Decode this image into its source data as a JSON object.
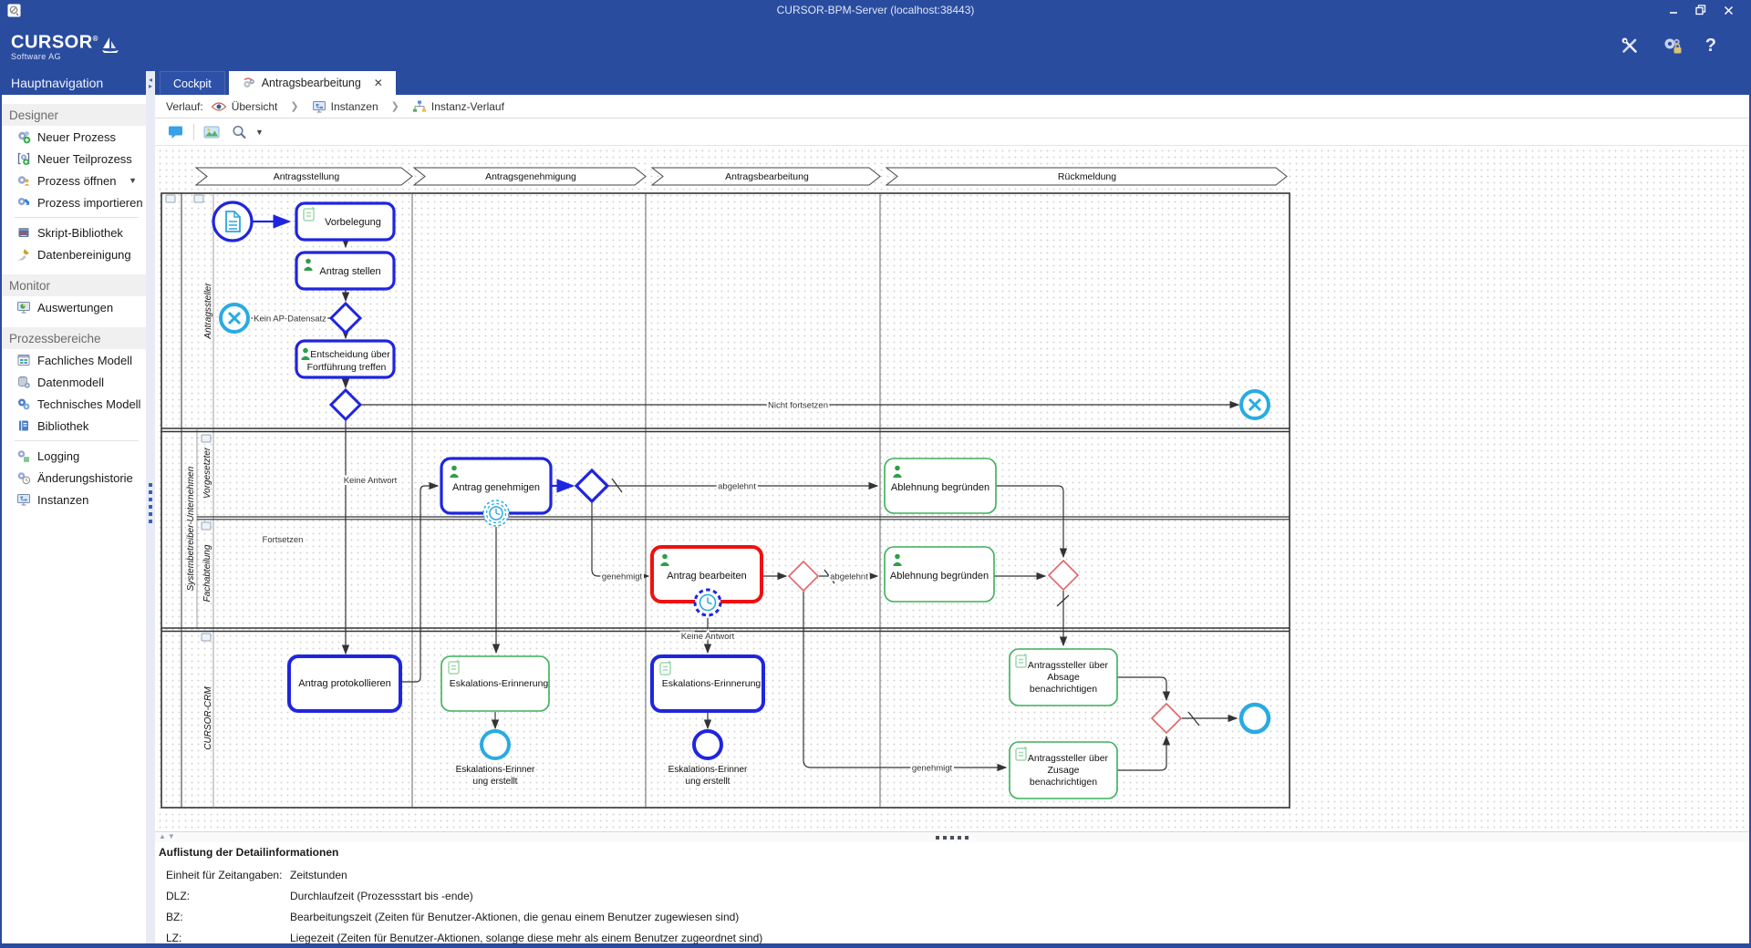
{
  "window": {
    "title": "CURSOR-BPM-Server (localhost:38443)"
  },
  "brand": {
    "name": "CURSOR",
    "reg": "®",
    "subtitle": "Software AG"
  },
  "sidebar": {
    "title": "Hauptnavigation",
    "sections": [
      {
        "label": "Designer",
        "items": [
          {
            "label": "Neuer Prozess"
          },
          {
            "label": "Neuer Teilprozess"
          },
          {
            "label": "Prozess öffnen"
          },
          {
            "label": "Prozess importieren"
          },
          {
            "label": "Skript-Bibliothek"
          },
          {
            "label": "Datenbereinigung"
          }
        ]
      },
      {
        "label": "Monitor",
        "items": [
          {
            "label": "Auswertungen"
          }
        ]
      },
      {
        "label": "Prozessbereiche",
        "items": [
          {
            "label": "Fachliches Modell"
          },
          {
            "label": "Datenmodell"
          },
          {
            "label": "Technisches Modell"
          },
          {
            "label": "Bibliothek"
          },
          {
            "label": "Logging"
          },
          {
            "label": "Änderungshistorie"
          },
          {
            "label": "Instanzen"
          }
        ]
      }
    ]
  },
  "tabs": [
    {
      "label": "Cockpit"
    },
    {
      "label": "Antragsbearbeitung"
    }
  ],
  "breadcrumb": {
    "prefix": "Verlauf:",
    "items": [
      {
        "label": "Übersicht"
      },
      {
        "label": "Instanzen"
      },
      {
        "label": "Instanz-Verlauf"
      }
    ]
  },
  "diagram": {
    "phases": [
      {
        "label": "Antragsstellung"
      },
      {
        "label": "Antragsgenehmigung"
      },
      {
        "label": "Antragsbearbeitung"
      },
      {
        "label": "Rückmeldung"
      }
    ],
    "lanes": {
      "applicant": "Antragssteller",
      "company": "Systembetreiber-Unternehmen",
      "supervisor": "Vorgesetzter",
      "department": "Fachabteilung",
      "crm": "CURSOR-CRM"
    },
    "nodes": {
      "vorbelegung": "Vorbelegung",
      "antrag_stellen": "Antrag stellen",
      "entscheidung_1": "Entscheidung über",
      "entscheidung_2": "Fortführung treffen",
      "antrag_genehmigen": "Antrag genehmigen",
      "ablehnung_begruenden": "Ablehnung begründen",
      "antrag_bearbeiten": "Antrag bearbeiten",
      "antrag_protokollieren": "Antrag protokollieren",
      "eskalations_erinnerung": "Eskalations-Erinnerung",
      "benachrichtigen_1": "Antragssteller über",
      "absage": "Absage",
      "zusage": "Zusage",
      "benachrichtigen_3": "benachrichtigen",
      "eskalation_erstellt_1": "Eskalations-Erinner",
      "eskalation_erstellt_2": "ung erstellt"
    },
    "edge_labels": {
      "kein_ap_datensatz": "Kein AP-Datensatz",
      "nicht_fortsetzen": "Nicht fortsetzen",
      "fortsetzen": "Fortsetzen",
      "abgelehnt": "abgelehnt",
      "genehmigt": "genehmigt",
      "keine_antwort": "Keine Antwort"
    }
  },
  "details": {
    "title": "Auflistung der Detailinformationen",
    "rows": [
      {
        "label": "Einheit für Zeitangaben:",
        "value": "Zeitstunden"
      },
      {
        "label": "DLZ:",
        "value": "Durchlaufzeit (Prozessstart bis -ende)"
      },
      {
        "label": "BZ:",
        "value": "Bearbeitungszeit (Zeiten für Benutzer-Aktionen, die genau einem Benutzer zugewiesen sind)"
      },
      {
        "label": "LZ:",
        "value": "Liegezeit (Zeiten für Benutzer-Aktionen, solange diese mehr als einem Benutzer zugeordnet sind)"
      }
    ]
  },
  "colors": {
    "header_blue": "#2A4C9F",
    "bpmn_blue": "#1F25DE",
    "bpmn_cyan": "#29ABE2",
    "bpmn_green": "#3CB05A",
    "bpmn_red": "#EE1111",
    "gateway_red": "#E06666"
  }
}
